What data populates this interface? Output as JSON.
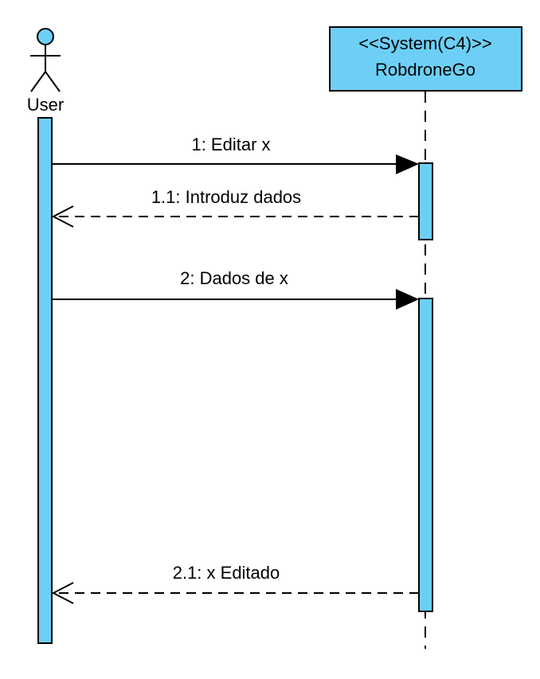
{
  "actor": {
    "name": "User"
  },
  "system": {
    "stereotype": "<<System(C4)>>",
    "name": "RobdroneGo"
  },
  "messages": [
    {
      "label": "1: Editar x",
      "kind": "sync"
    },
    {
      "label": "1.1: Introduz dados",
      "kind": "return"
    },
    {
      "label": "2: Dados de x",
      "kind": "sync"
    },
    {
      "label": "2.1: x Editado",
      "kind": "return"
    }
  ],
  "colors": {
    "fill": "#6DCFF6",
    "stroke": "#000000",
    "background": "#FFFFFF"
  }
}
